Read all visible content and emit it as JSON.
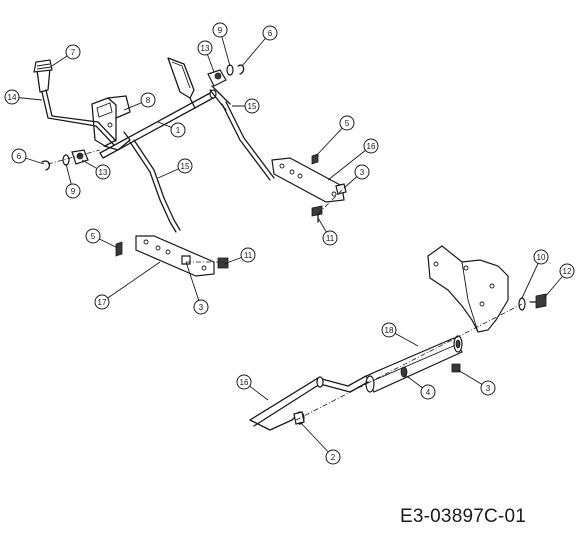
{
  "drawing_code": "E3-03897C-01",
  "callouts": [
    "7",
    "14",
    "8",
    "1",
    "13",
    "9",
    "6",
    "15",
    "5",
    "16",
    "3",
    "11",
    "15",
    "6",
    "9",
    "13",
    "5",
    "17",
    "3",
    "11",
    "10",
    "12",
    "18",
    "16",
    "4",
    "3",
    "2"
  ]
}
